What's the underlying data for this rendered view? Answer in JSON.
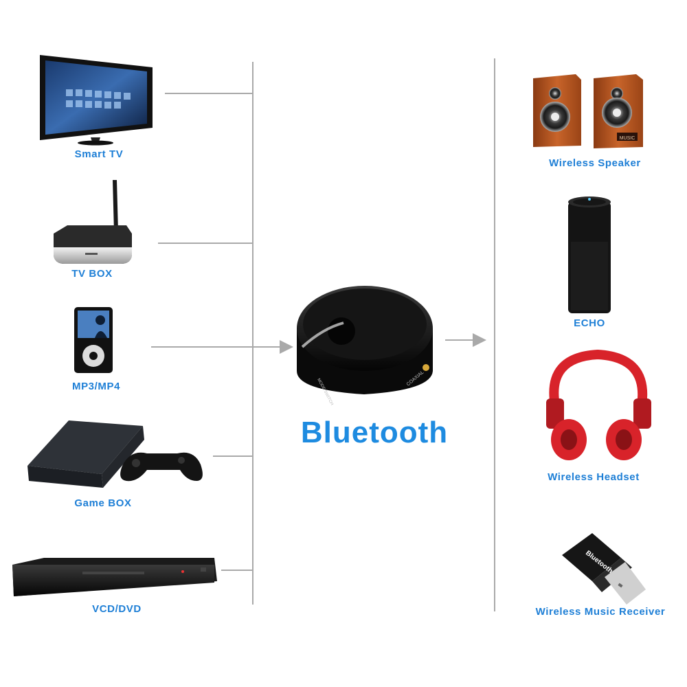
{
  "hub": {
    "title": "Bluetooth"
  },
  "sources": [
    {
      "id": "smart-tv",
      "label": "Smart TV"
    },
    {
      "id": "tv-box",
      "label": "TV BOX"
    },
    {
      "id": "mp3-mp4",
      "label": "MP3/MP4"
    },
    {
      "id": "game-box",
      "label": "Game BOX"
    },
    {
      "id": "vcd-dvd",
      "label": "VCD/DVD"
    }
  ],
  "outputs": [
    {
      "id": "wireless-speaker",
      "label": "Wireless Speaker"
    },
    {
      "id": "echo",
      "label": "ECHO"
    },
    {
      "id": "wireless-headset",
      "label": "Wireless Headset"
    },
    {
      "id": "wireless-music-receiver",
      "label": "Wireless Music Receiver"
    }
  ],
  "device_text": {
    "speaker_badge": "MUSIC",
    "switch_label": "MODE SWITCH",
    "coaxial_label": "COAXIAL",
    "dongle_label": "Bluetooth"
  },
  "colors": {
    "label_blue": "#1e7fd6",
    "headset_red": "#d8232a",
    "line_gray": "#a9a9a9"
  }
}
